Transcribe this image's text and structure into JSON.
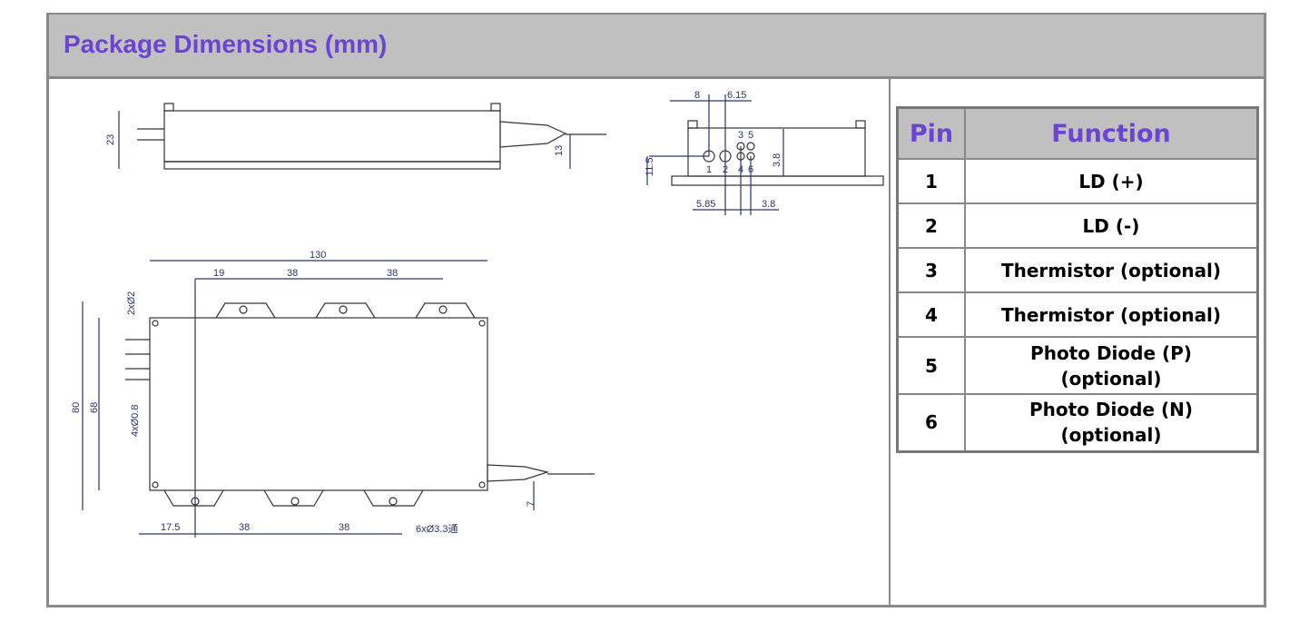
{
  "title": "Package Dimensions (mm)",
  "table": {
    "headers": [
      "Pin",
      "Function"
    ],
    "rows": [
      [
        "1",
        "LD (+)"
      ],
      [
        "2",
        "LD (-)"
      ],
      [
        "3",
        "Thermistor  (optional)"
      ],
      [
        "4",
        "Thermistor  (optional)"
      ],
      [
        "5",
        "Photo Diode (P)\n(optional)"
      ],
      [
        "6",
        "Photo Diode (N)\n(optional)"
      ]
    ]
  },
  "drawing": {
    "side": {
      "height": "23",
      "fiber_height": "13"
    },
    "end": {
      "d1": "8",
      "d2": "6.15",
      "h": "11.5",
      "v": "3.8",
      "b1": "5.85",
      "b2": "3.8",
      "pins": [
        "1",
        "2",
        "3",
        "4",
        "5",
        "6"
      ]
    },
    "top": {
      "length": "130",
      "off": "19",
      "pitch1": "38",
      "pitch2": "38",
      "holes_top": "2xØ2",
      "width": "80",
      "inner": "68",
      "pin_holes": "4xØ0.8",
      "off_b": "17.5",
      "pitch3": "38",
      "pitch4": "38",
      "mount": "6xØ3.3通",
      "fiber": "7"
    }
  }
}
